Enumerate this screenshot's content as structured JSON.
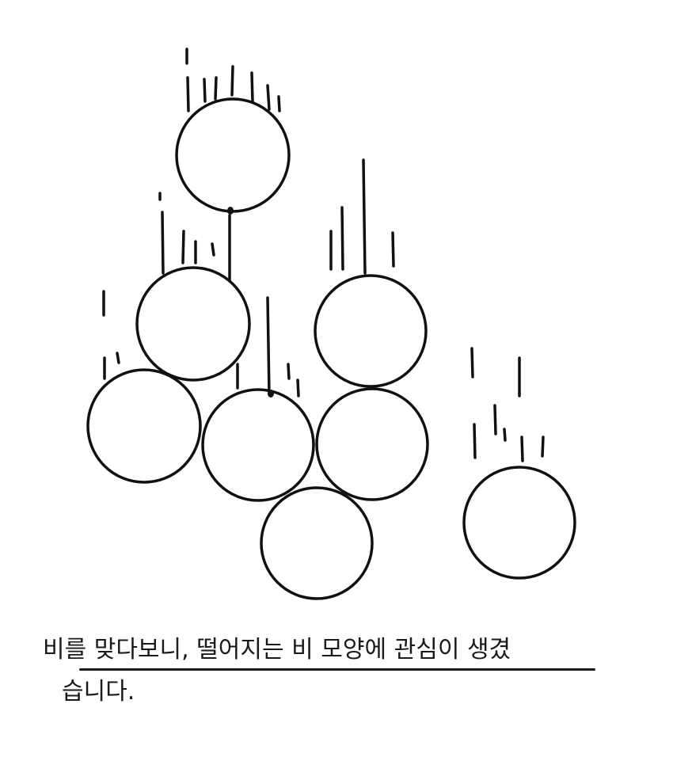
{
  "caption": {
    "line1": "비를 맞다보니, 떨어지는 비 모양에 관심이 생겼",
    "line2": "습니다."
  },
  "colors": {
    "ink": "#111111",
    "paper": "#ffffff"
  },
  "drawing": {
    "subject": "falling raindrops drawn as circles with rain streaks",
    "drop_count": 8
  }
}
